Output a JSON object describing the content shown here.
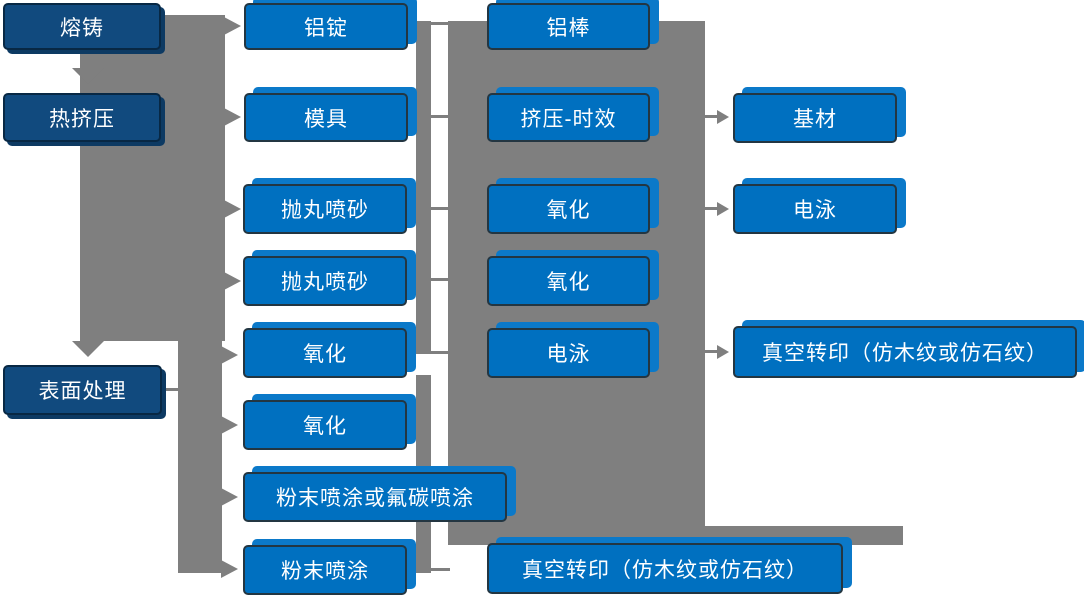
{
  "diagram": {
    "kind": "process-flowchart",
    "colors": {
      "dark_box": "#114A7E",
      "light_box": "#0070C0",
      "connector_gray": "#7F7F7F",
      "text": "#FFFFFF",
      "background": "#FFFFFF"
    },
    "columns": {
      "process": {
        "items": [
          "熔铸",
          "热挤压",
          "表面处理"
        ]
      },
      "stage1": {
        "items": [
          "铝锭",
          "模具",
          "抛丸喷砂",
          "抛丸喷砂",
          "氧化",
          "氧化",
          "粉末喷涂或氟碳喷涂",
          "粉末喷涂"
        ]
      },
      "stage2": {
        "items": [
          "铝棒",
          "挤压-时效",
          "氧化",
          "氧化",
          "电泳",
          "真空转印（仿木纹或仿石纹）"
        ]
      },
      "stage3": {
        "items": [
          "基材",
          "电泳",
          "真空转印（仿木纹或仿石纹）"
        ]
      }
    }
  }
}
